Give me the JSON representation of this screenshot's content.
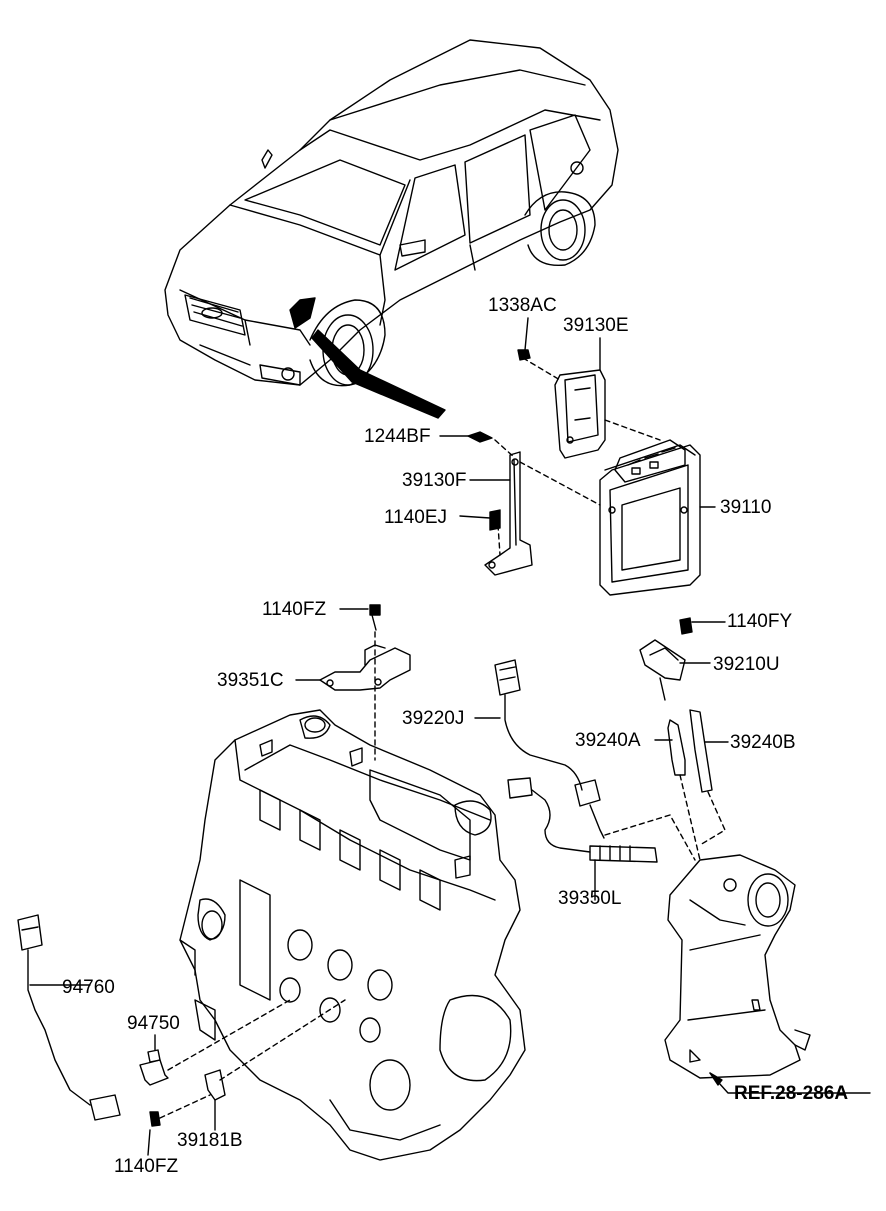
{
  "diagram": {
    "labels": {
      "p1338AC": "1338AC",
      "p39130E": "39130E",
      "p1244BF": "1244BF",
      "p39130F": "39130F",
      "p39110": "39110",
      "p1140EJ": "1140EJ",
      "p1140FZ_top": "1140FZ",
      "p1140FY": "1140FY",
      "p39351C": "39351C",
      "p39210U": "39210U",
      "p39220J": "39220J",
      "p39240A": "39240A",
      "p39240B": "39240B",
      "p39350L": "39350L",
      "p94760": "94760",
      "p94750": "94750",
      "p39181B": "39181B",
      "p1140FZ_bottom": "1140FZ",
      "ref": "REF.28-286A"
    },
    "components": [
      "vehicle",
      "ecu-39110",
      "ecu-bracket-39130E",
      "ecu-bracket-39130F",
      "engine-block",
      "bracket-39351C",
      "sensor-39220J",
      "sensor-39350L",
      "sensor-39210U",
      "hose-39240A",
      "hose-39240B",
      "catalytic-converter",
      "knock-sensor-94760",
      "sensor-94750",
      "bracket-39181B"
    ]
  }
}
